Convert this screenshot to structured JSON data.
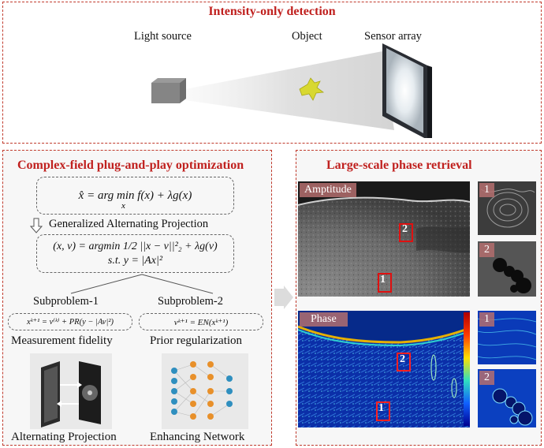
{
  "top_panel": {
    "title": "Intensity-only detection",
    "light_source": "Light source",
    "object": "Object",
    "sensor_array": "Sensor array"
  },
  "left_panel": {
    "title": "Complex-field plug-and-play optimization",
    "eq_main": "x̂ = arg min f(x) + λg(x)",
    "eq_main_sub": "x",
    "gap_label": "Generalized Alternating Projection",
    "eq_gap_line1": "(x, v) = argmin 1/2 ||x − v||²₂ + λg(v)",
    "eq_gap_line2": "s.t. y = |Ax|²",
    "sub1_title": "Subproblem-1",
    "sub2_title": "Subproblem-2",
    "sub1_eq": "xᵏ⁺¹ = v⁽ᵏ⁾ + PR(y − |Av|²)",
    "sub2_eq": "vᵏ⁺¹ = EN(xᵏ⁺¹)",
    "sub1_name": "Measurement fidelity",
    "sub2_name": "Prior regularization",
    "bottom_left": "Alternating Projection",
    "bottom_right": "Enhancing Network"
  },
  "right_panel": {
    "title": "Large-scale phase retrieval",
    "amplitude_tag": "Amptitude",
    "phase_tag": "Phase",
    "box1": "1",
    "box2": "2",
    "inset1": "1",
    "inset2": "2"
  },
  "colors": {
    "accent_red": "#c0211f",
    "panel_border": "#c0392b"
  }
}
